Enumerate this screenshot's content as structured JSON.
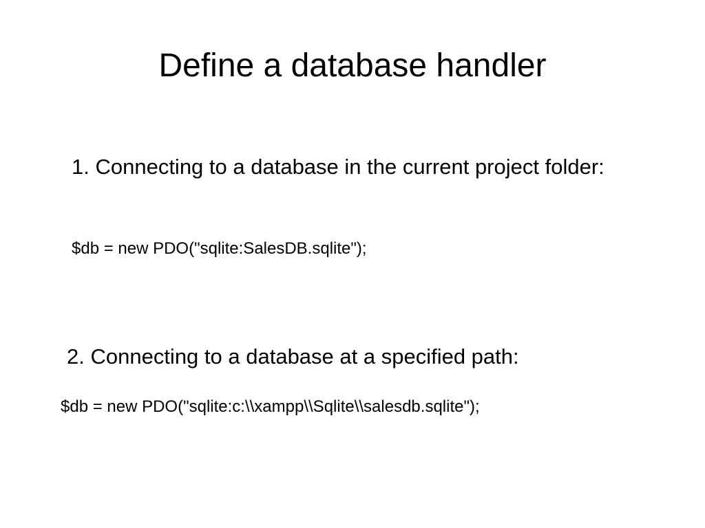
{
  "slide": {
    "title": "Define a database handler",
    "step1": {
      "text": "1. Connecting to a database in the current project folder:",
      "code": "$db = new PDO(\"sqlite:SalesDB.sqlite\");"
    },
    "step2": {
      "text": "2. Connecting to a database at a specified path:",
      "code": "$db = new PDO(\"sqlite:c:\\\\xampp\\\\Sqlite\\\\salesdb.sqlite\");"
    }
  }
}
